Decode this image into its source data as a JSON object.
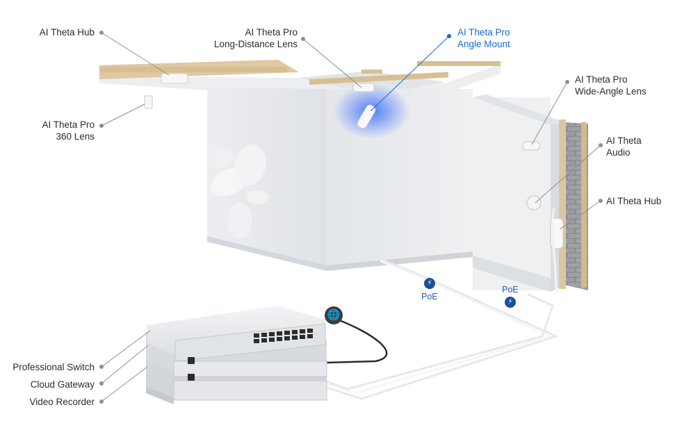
{
  "labels": {
    "hub_top": "AI Theta Hub",
    "lens_360_line1": "AI Theta Pro",
    "lens_360_line2": "360 Lens",
    "long_line1": "AI Theta Pro",
    "long_line2": "Long-Distance Lens",
    "angle_line1": "AI Theta Pro",
    "angle_line2": "Angle Mount",
    "wide_line1": "AI Theta Pro",
    "wide_line2": "Wide-Angle Lens",
    "audio_line1": "AI Theta",
    "audio_line2": "Audio",
    "hub_right": "AI Theta Hub",
    "switch": "Professional Switch",
    "gateway": "Cloud Gateway",
    "recorder": "Video Recorder",
    "poe_center": "PoE",
    "poe_right": "PoE"
  },
  "icons": {
    "poe": "lightning-bolt-icon",
    "internet": "globe-icon"
  },
  "colors": {
    "accent": "#1467d6",
    "label_text": "#2b2b2b",
    "poe_badge": "#1d4f9a",
    "wall": "#e9ebee",
    "wood": "#dcc6a0"
  }
}
